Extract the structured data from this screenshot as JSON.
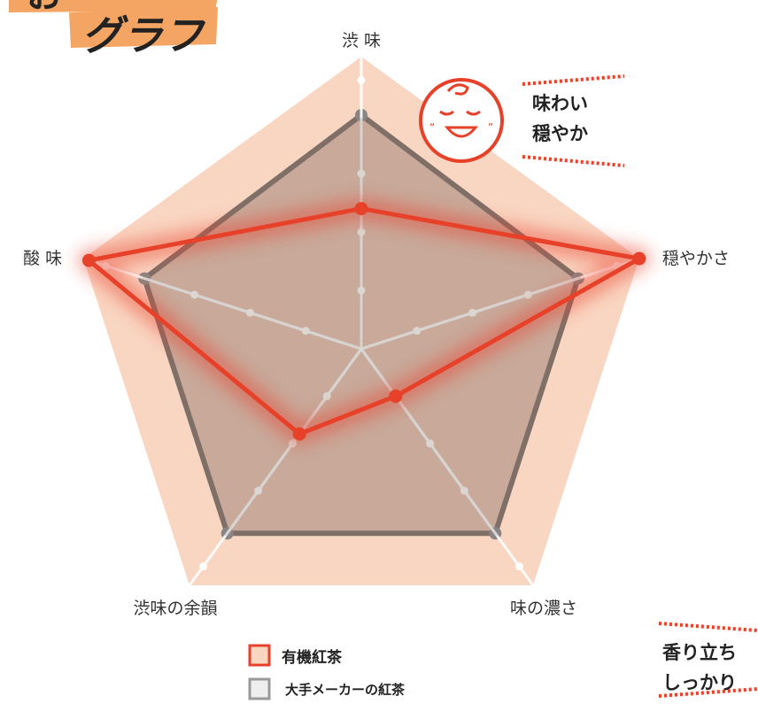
{
  "header": {
    "title_fragment": "お",
    "title_second_line": "グラフ"
  },
  "annotations": {
    "top_right": [
      "味わい",
      "穏やか"
    ],
    "bottom_right": [
      "香り立ち",
      "しっかり"
    ]
  },
  "colors": {
    "background_pentagon": "#f9d6c2",
    "organic_line": "#e8412a",
    "maker_line": "#7f6f67",
    "maker_fill": "#b7998c",
    "axis_line": "#ffffff",
    "spoke_line": "#d7d3d1",
    "title_highlight": "#f5a563",
    "dots_red": "#e8412a"
  },
  "chart_data": {
    "type": "radar",
    "axes": [
      "渋 味",
      "穏やかさ",
      "味の濃さ",
      "渋味の余韻",
      "酸 味"
    ],
    "scale": [
      0,
      5
    ],
    "series": [
      {
        "name": "有機紅茶",
        "values": [
          2.4,
          5.0,
          1.0,
          1.8,
          4.9
        ]
      },
      {
        "name": "大手メーカーの紅茶",
        "values": [
          4.0,
          3.9,
          3.9,
          3.9,
          3.9
        ]
      }
    ],
    "legend_position": "bottom-center",
    "grid": false
  }
}
